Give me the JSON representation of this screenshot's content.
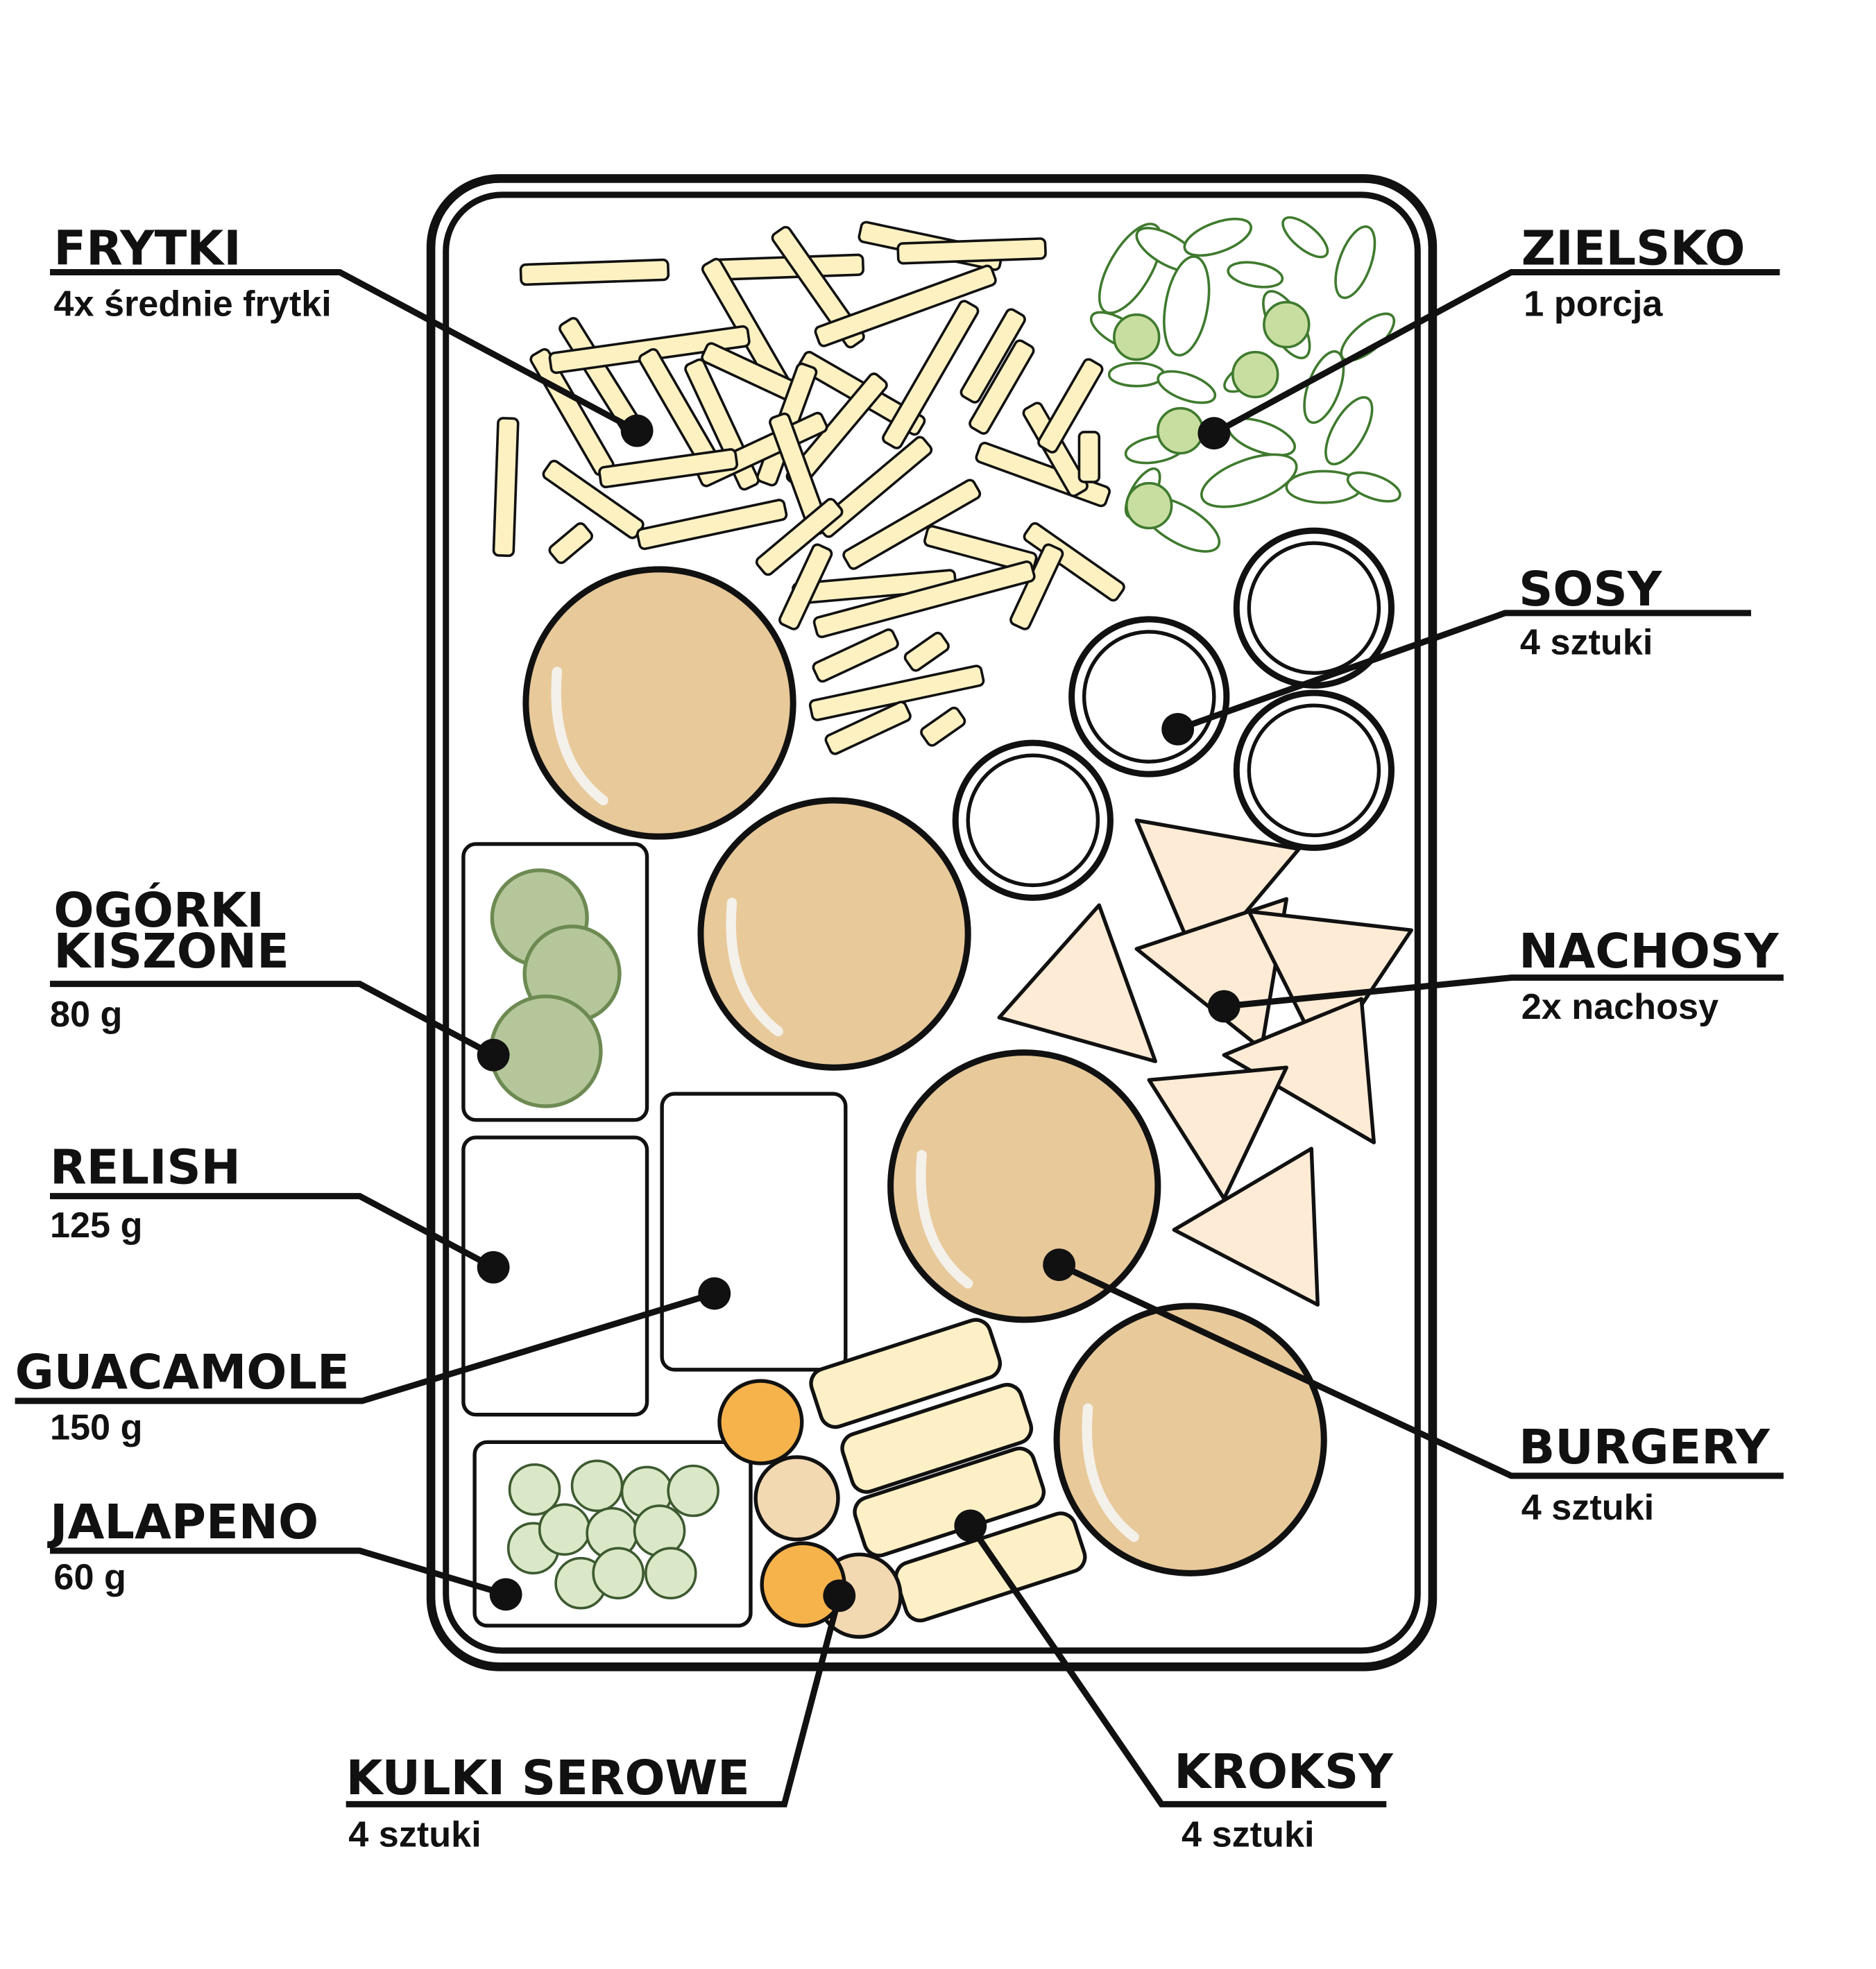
{
  "labels": {
    "frytki": {
      "title": "FRYTKI",
      "sub": "4x średnie frytki"
    },
    "zielsko": {
      "title": "ZIELSKO",
      "sub": "1 porcja"
    },
    "sosy": {
      "title": "SOSY",
      "sub": "4 sztuki"
    },
    "nachosy": {
      "title": "NACHOSY",
      "sub": "2x nachosy"
    },
    "ogorki": {
      "title1": "OGÓRKI",
      "title2": "KISZONE",
      "sub": "80 g"
    },
    "relish": {
      "title": "RELISH",
      "sub": "125 g"
    },
    "guacamole": {
      "title": "GUACAMOLE",
      "sub": "150 g"
    },
    "jalapeno": {
      "title": "JALAPENO",
      "sub": "60 g"
    },
    "burgery": {
      "title": "BURGERY",
      "sub": "4 sztuki"
    },
    "kulki": {
      "title": "KULKI SEROWE",
      "sub": "4 sztuki"
    },
    "kroksy": {
      "title": "KROKSY",
      "sub": "4 sztuki"
    }
  },
  "colors": {
    "fries": "#fdf1c2",
    "burger": "#e8c99a",
    "pickle": "#b5c79a",
    "jalapeno": "#dbe8c8",
    "cheese_orange": "#f6b34c",
    "cheese_beige": "#f3d9b1",
    "croquette": "#fdf0c6",
    "nacho": "#fdebd5",
    "greens": "#3f7a2e"
  }
}
